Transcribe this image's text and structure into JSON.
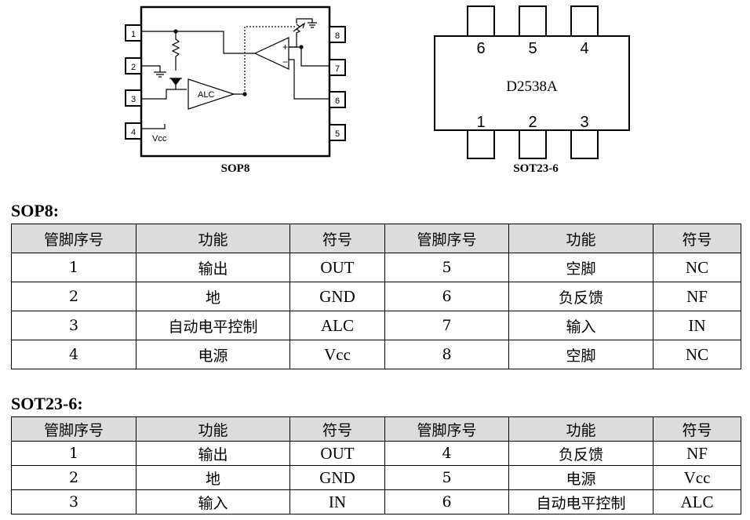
{
  "diagrams": {
    "sop8": {
      "caption": "SOP8",
      "pins_left": [
        "1",
        "2",
        "3",
        "4"
      ],
      "pins_right": [
        "8",
        "7",
        "6",
        "5"
      ],
      "alc_label": "ALC",
      "vcc_label": "Vcc"
    },
    "sot23": {
      "caption": "SOT23-6",
      "chip_label": "D2538A",
      "pins_top": [
        "6",
        "5",
        "4"
      ],
      "pins_bottom": [
        "1",
        "2",
        "3"
      ]
    }
  },
  "tables": {
    "sop8": {
      "heading": "SOP8:",
      "headers": [
        "管脚序号",
        "功能",
        "符号",
        "管脚序号",
        "功能",
        "符号"
      ],
      "rows": [
        [
          "1",
          "输出",
          "OUT",
          "5",
          "空脚",
          "NC"
        ],
        [
          "2",
          "地",
          "GND",
          "6",
          "负反馈",
          "NF"
        ],
        [
          "3",
          "自动电平控制",
          "ALC",
          "7",
          "输入",
          "IN"
        ],
        [
          "4",
          "电源",
          "Vcc",
          "8",
          "空脚",
          "NC"
        ]
      ]
    },
    "sot23": {
      "heading": "SOT23-6:",
      "headers": [
        "管脚序号",
        "功能",
        "符号",
        "管脚序号",
        "功能",
        "符号"
      ],
      "rows": [
        [
          "1",
          "输出",
          "OUT",
          "4",
          "负反馈",
          "NF"
        ],
        [
          "2",
          "地",
          "GND",
          "5",
          "电源",
          "Vcc"
        ],
        [
          "3",
          "输入",
          "IN",
          "6",
          "自动电平控制",
          "ALC"
        ]
      ]
    }
  }
}
